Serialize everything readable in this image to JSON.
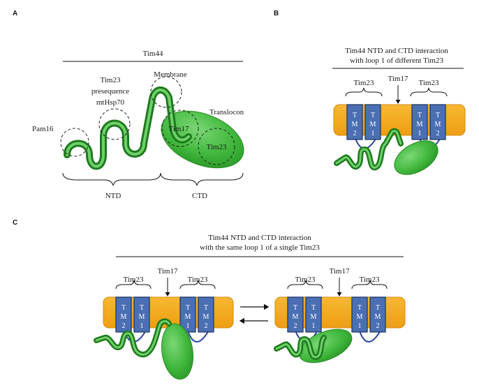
{
  "colors": {
    "membrane": "#F5A81C",
    "membrane_edge": "#D68A0C",
    "tim23_box": "#4A6FB3",
    "tim23_edge": "#223A66",
    "loop": "#2B47A0",
    "green_fill": "#43B93F",
    "green_dark": "#1D7A1C",
    "green_light": "#8EE08A"
  },
  "icons": [
    "double-arrow-icon",
    "down-arrow-icon",
    "brace-icon"
  ],
  "panel_a": {
    "label": "A",
    "title": "Tim44",
    "labels": {
      "pam16": "Pam16",
      "tim23_presequence": "Tim23",
      "presequence": "presequence",
      "mthsp70": "mtHsp70",
      "membrane": "Membrane",
      "translocon": "Translocon",
      "tim17": "Tim17",
      "tim23": "Tim23",
      "ntd": "NTD",
      "ctd": "CTD"
    }
  },
  "panel_b": {
    "label": "B",
    "title_line1": "Tim44 NTD and CTD interaction",
    "title_line2": "with loop 1 of different Tim23",
    "tim17": "Tim17",
    "tim23_left": "Tim23",
    "tim23_right": "Tim23",
    "tm": {
      "t": "T",
      "m": "M",
      "one": "1",
      "two": "2"
    }
  },
  "panel_c": {
    "label": "C",
    "title_line1": "Tim44 NTD and CTD interaction",
    "title_line2": "with the same loop 1 of a single Tim23",
    "left": {
      "tim17": "Tim17",
      "tim23_left": "Tim23",
      "tim23_right": "Tim23"
    },
    "right": {
      "tim17": "Tim17",
      "tim23_left": "Tim23",
      "tim23_right": "Tim23"
    }
  }
}
